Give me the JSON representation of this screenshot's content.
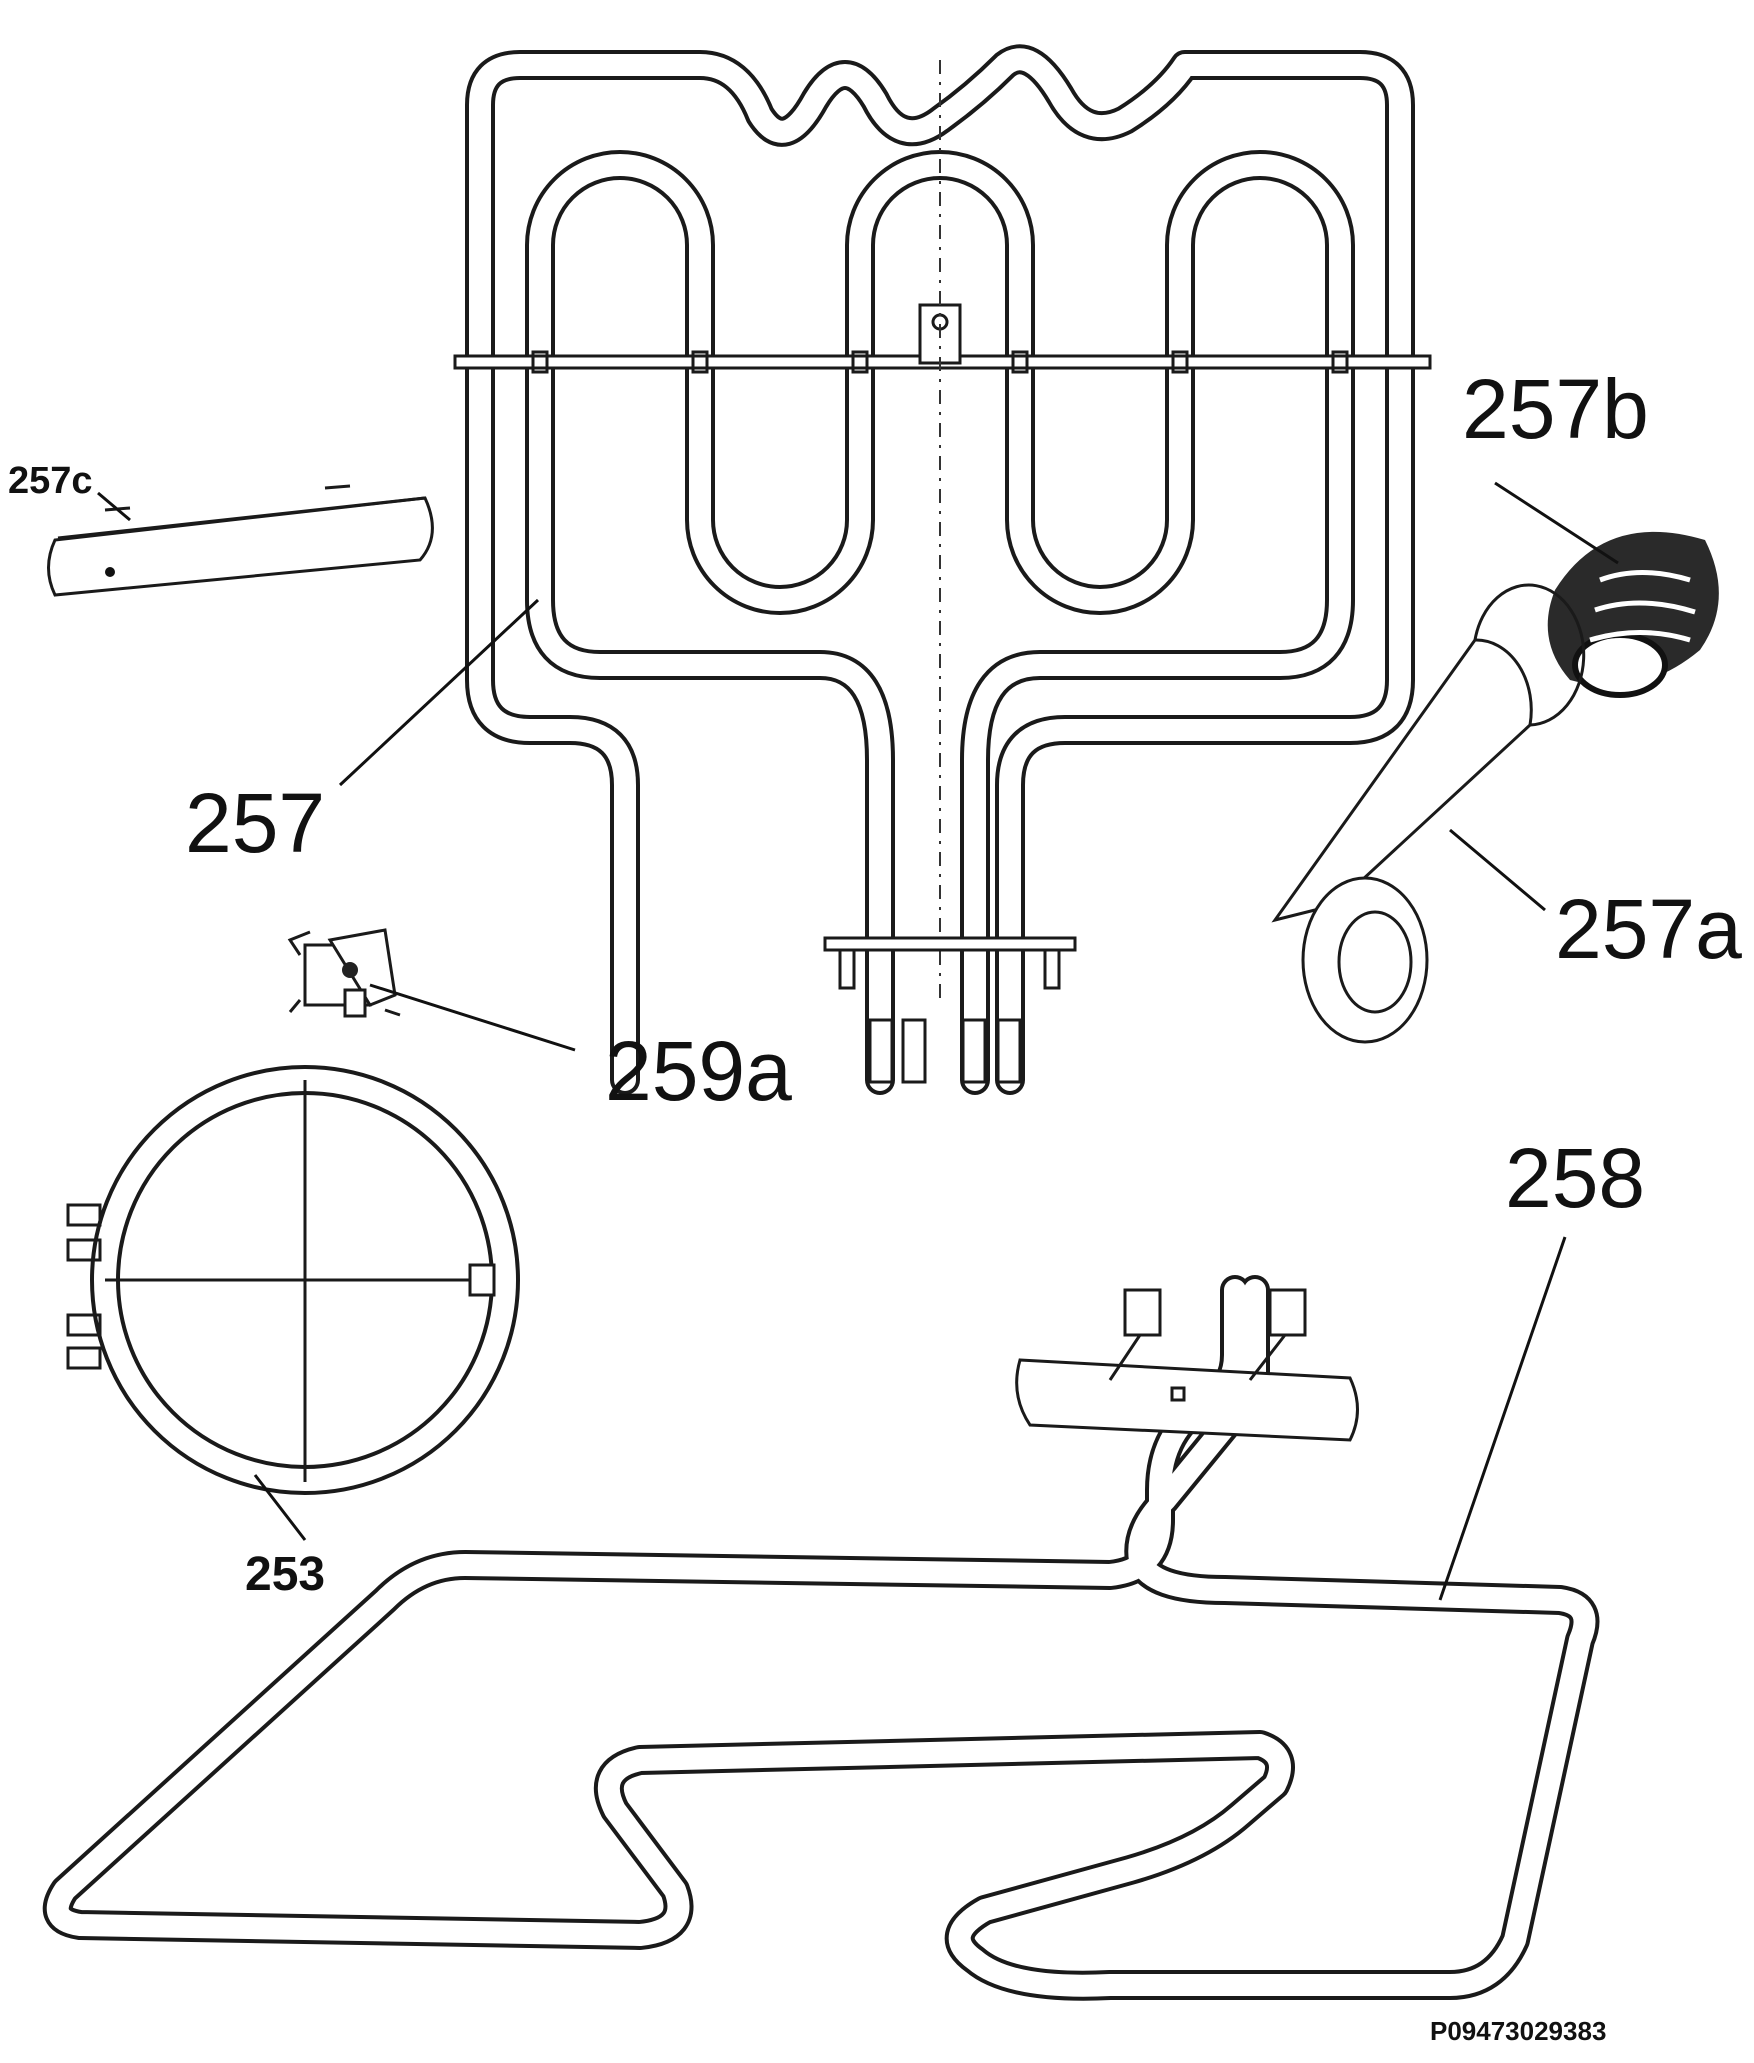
{
  "labels": {
    "p257": "257",
    "p257a": "257a",
    "p257b": "257b",
    "p257c": "257c",
    "p258": "258",
    "p259a": "259a",
    "p253": "253"
  },
  "drawing_code": "P09473029383",
  "colors": {
    "line": "#1a1a1a",
    "background": "#ffffff"
  }
}
